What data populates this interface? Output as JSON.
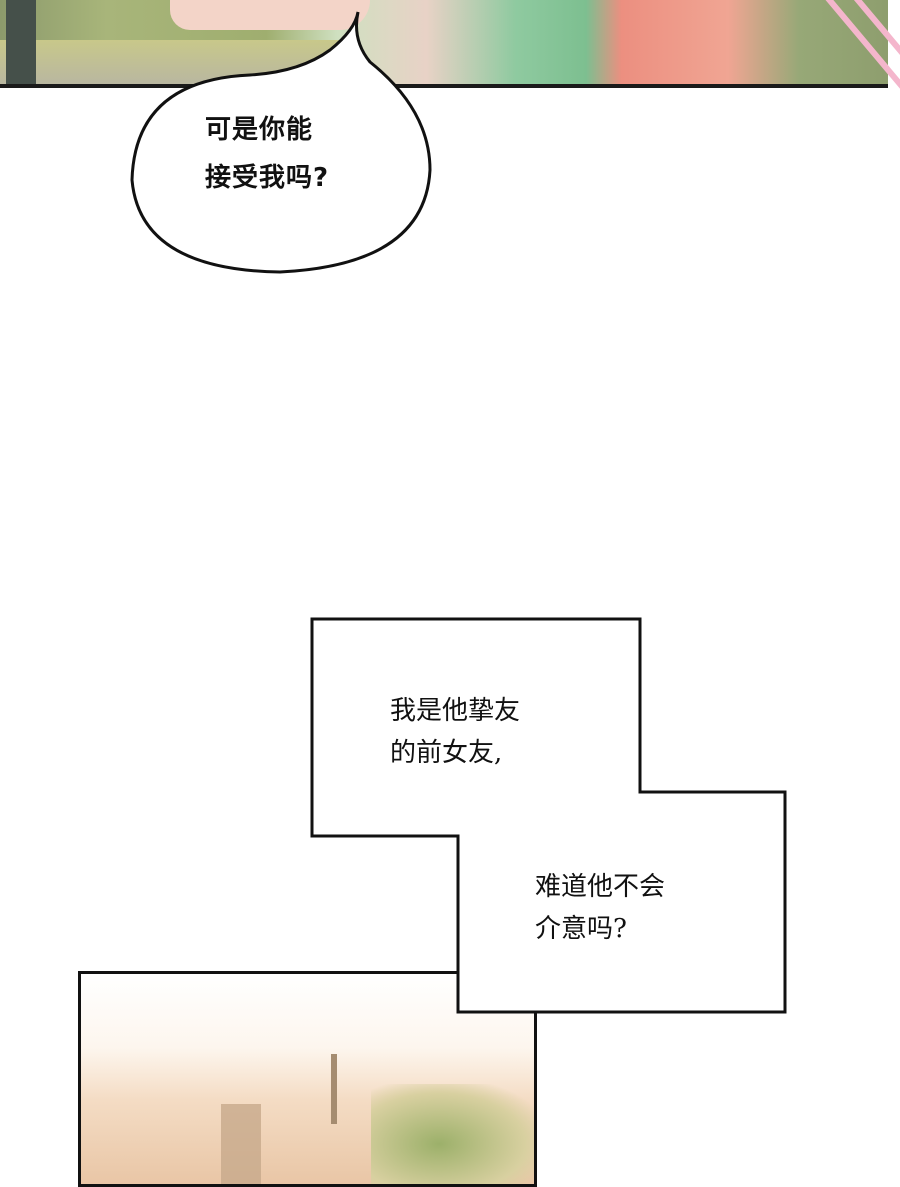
{
  "speech_bubble": {
    "lines": [
      "可是你能",
      "接受我吗?"
    ]
  },
  "narration_box": {
    "part1": [
      "我是他挚友",
      "的前女友,"
    ],
    "part2": [
      "难道他不会",
      "介意吗?"
    ]
  },
  "colors": {
    "border": "#111111",
    "accent_pink": "#f4b6cc"
  }
}
